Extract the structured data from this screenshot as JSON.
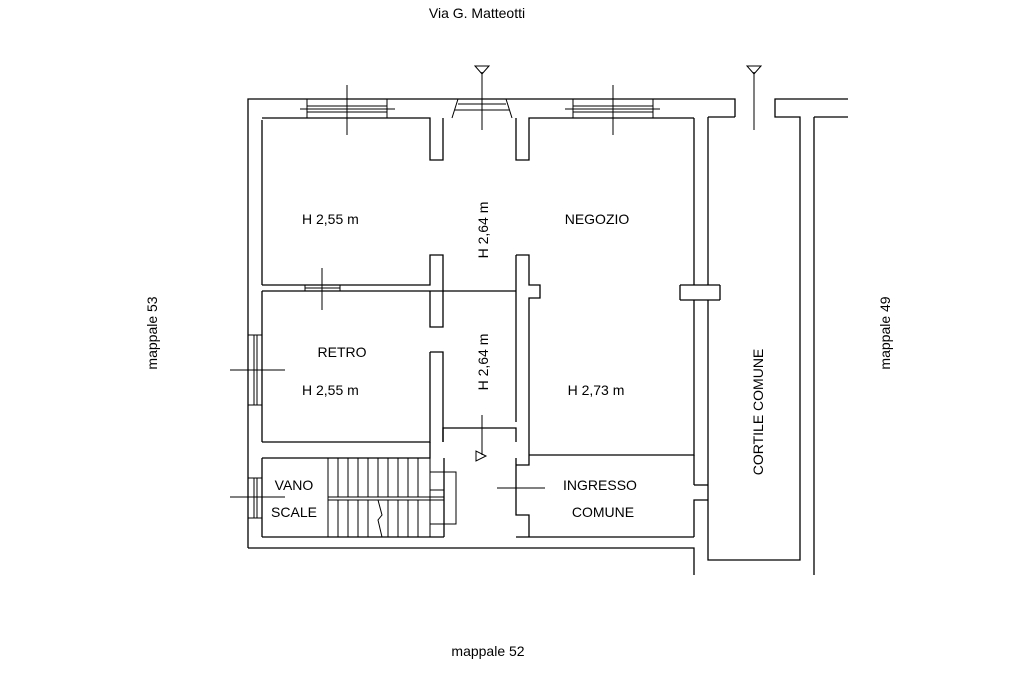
{
  "street": "Via G. Matteotti",
  "neighbors": {
    "left": "mappale 53",
    "right": "mappale 49",
    "bottom": "mappale 52"
  },
  "rooms": {
    "room_left_height": "H 2,55 m",
    "corridor_top_height": "H 2,64 m",
    "negozio_name": "NEGOZIO",
    "negozio_height": "H 2,73 m",
    "retro_name": "RETRO",
    "retro_height": "H 2,55 m",
    "corridor_mid_height": "H 2,64 m",
    "vano_line1": "VANO",
    "vano_line2": "SCALE",
    "ingresso_line1": "INGRESSO",
    "ingresso_line2": "COMUNE",
    "cortile": "CORTILE COMUNE"
  }
}
